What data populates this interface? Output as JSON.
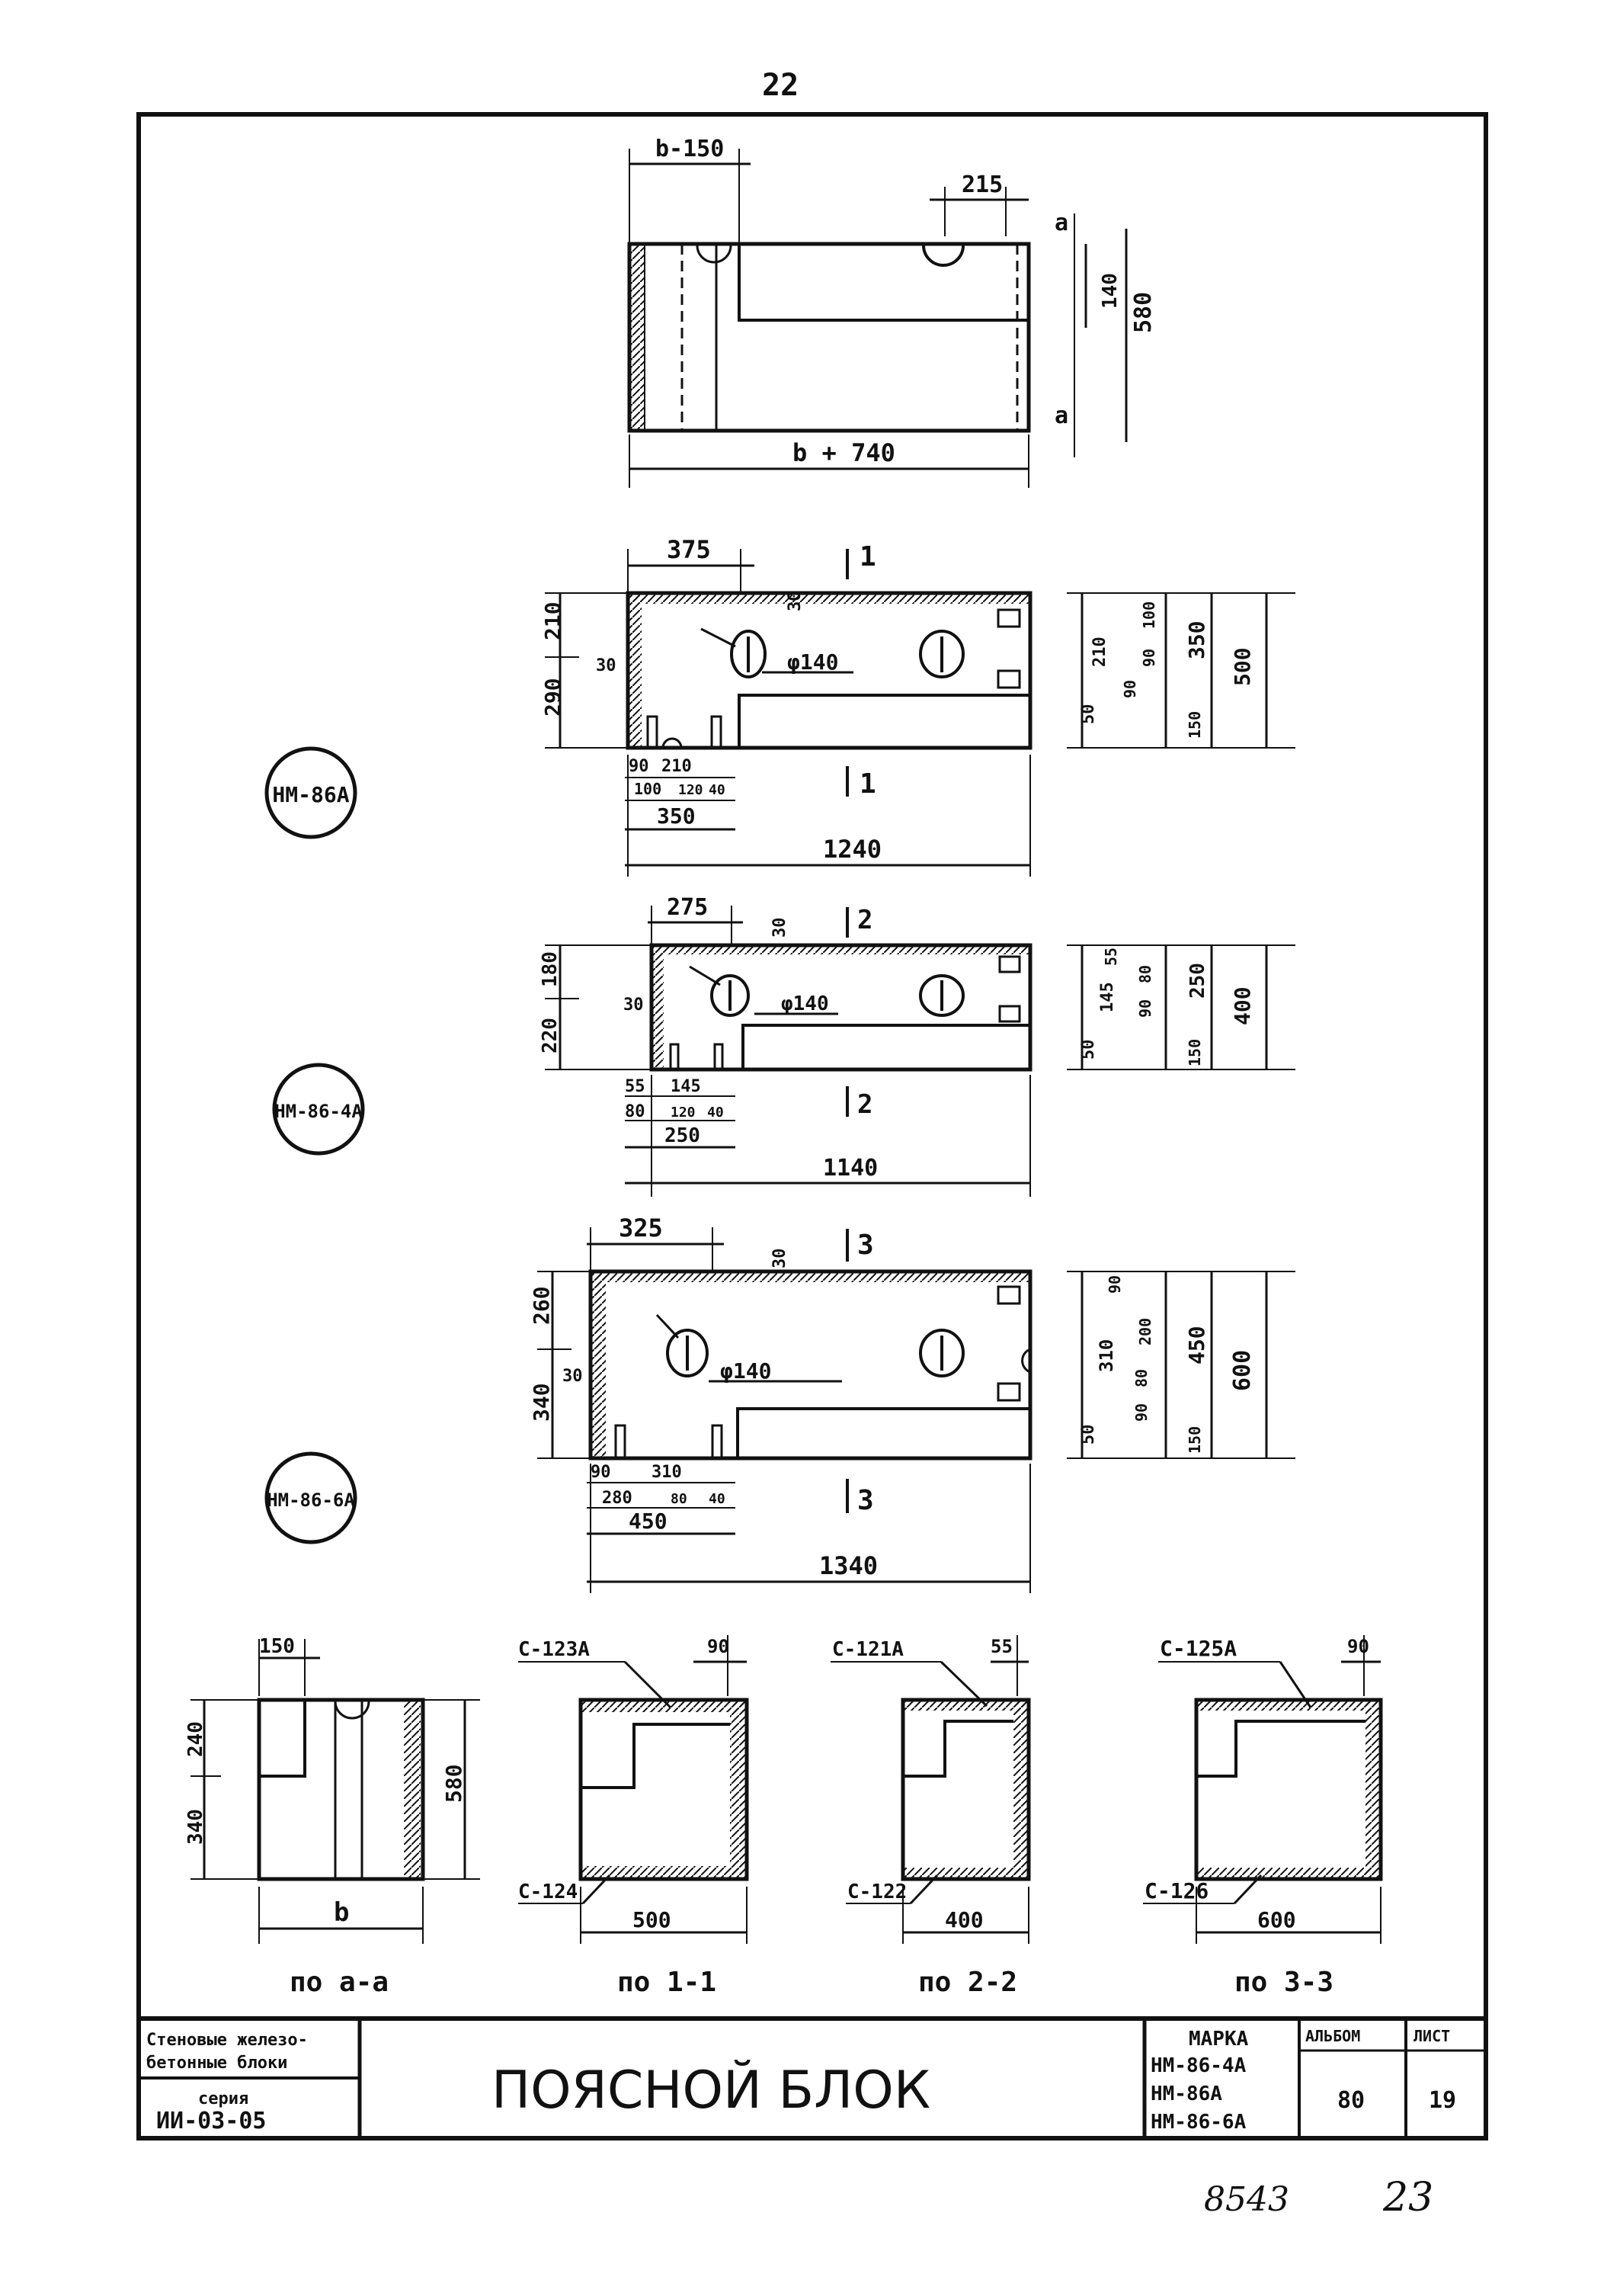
{
  "page": {
    "top_number": "22",
    "bottom_note": "8543",
    "bottom_page": "23"
  },
  "top_view": {
    "dim_left": "b-150",
    "dim_top_right": "215",
    "dim_side_a": "a",
    "dim_side_a2": "a",
    "dim_v1": "140",
    "dim_v2": "580",
    "dim_bottom": "b + 740"
  },
  "blocks": [
    {
      "mark": "НМ-86А",
      "section_label": "1",
      "dim_top_left": "375",
      "dim_top_small": "30",
      "dim_left_v1": "210",
      "dim_left_v2": "290",
      "dim_left_inner": "30",
      "pipe_label": "φ140",
      "right_dims": [
        "50",
        "210",
        "90",
        "90",
        "100",
        "150",
        "350",
        "500"
      ],
      "bottom_small": [
        "90",
        "210",
        "100",
        "120",
        "40"
      ],
      "bottom_mid": "350",
      "bottom_total": "1240"
    },
    {
      "mark": "НМ-86-4А",
      "section_label": "2",
      "dim_top_left": "275",
      "dim_top_small": "30",
      "dim_left_v1": "180",
      "dim_left_v2": "220",
      "dim_left_inner": "30",
      "pipe_label": "φ140",
      "right_dims": [
        "55",
        "50",
        "145",
        "90",
        "80",
        "150",
        "250",
        "400"
      ],
      "bottom_small": [
        "55",
        "145",
        "80",
        "120",
        "40"
      ],
      "bottom_mid": "250",
      "bottom_total": "1140"
    },
    {
      "mark": "НМ-86-6А",
      "section_label": "3",
      "dim_top_left": "325",
      "dim_top_small": "30",
      "dim_left_v1": "260",
      "dim_left_v2": "340",
      "dim_left_inner": "30",
      "pipe_label": "φ140",
      "right_dims": [
        "90",
        "50",
        "310",
        "90",
        "80",
        "200",
        "150",
        "450",
        "600"
      ],
      "bottom_small": [
        "90",
        "310",
        "280",
        "80",
        "40"
      ],
      "bottom_mid": "450",
      "bottom_total": "1340"
    }
  ],
  "sections": [
    {
      "caption": "по а-а",
      "top_dim": "150",
      "left_v1": "240",
      "left_v2": "340",
      "right_v": "580",
      "bottom_dim": "b",
      "label_top": "",
      "label_bottom": ""
    },
    {
      "caption": "по 1-1",
      "top_dim": "90",
      "left_v1": "",
      "left_v2": "",
      "right_v": "",
      "bottom_dim": "500",
      "label_top": "С-123А",
      "label_bottom": "С-124"
    },
    {
      "caption": "по 2-2",
      "top_dim": "55",
      "left_v1": "",
      "left_v2": "",
      "right_v": "",
      "bottom_dim": "400",
      "label_top": "С-121А",
      "label_bottom": "С-122"
    },
    {
      "caption": "по 3-3",
      "top_dim": "90",
      "left_v1": "",
      "left_v2": "",
      "right_v": "",
      "bottom_dim": "600",
      "label_top": "С-125А",
      "label_bottom": "С-126"
    }
  ],
  "title_block": {
    "left_top_line1": "Стеновые железо-",
    "left_top_line2": "бетонные блоки",
    "left_bottom_line1": "серия",
    "left_bottom_line2": "ИИ-03-05",
    "title": "ПОЯСНОЙ БЛОК",
    "marka_header": "МАРКА",
    "marka_items": [
      "НМ-86-4А",
      "НМ-86А",
      "НМ-86-6А"
    ],
    "album_header": "АЛЬБОМ",
    "album_value": "80",
    "sheet_header": "ЛИСТ",
    "sheet_value": "19"
  }
}
